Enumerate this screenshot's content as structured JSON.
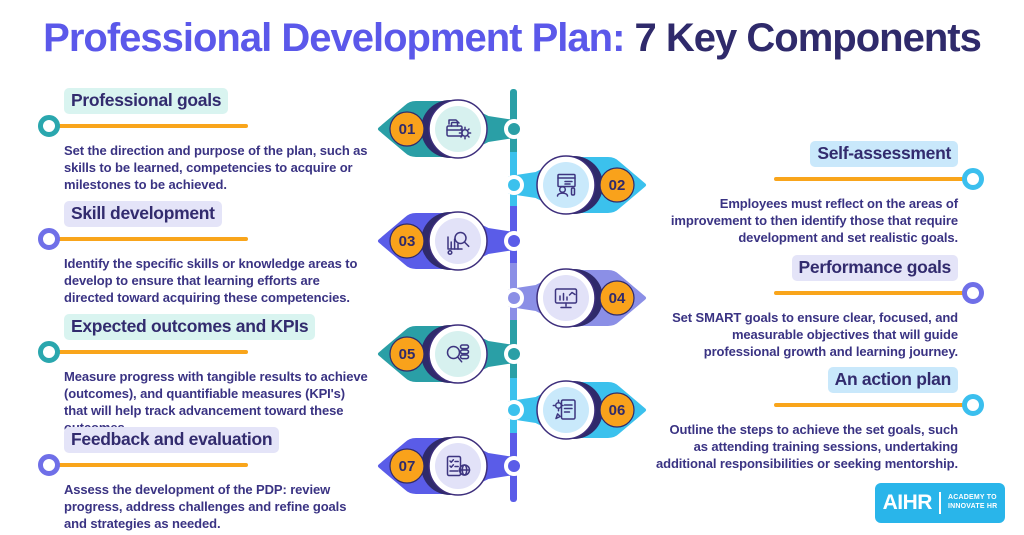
{
  "title": {
    "part1": "Professional Development Plan:",
    "part2": "7 Key Components"
  },
  "sections": {
    "left": [
      {
        "title": "Professional goals",
        "body": "Set the direction and purpose of the plan, such as skills to be learned, competencies to acquire or milestones to be achieved."
      },
      {
        "title": "Skill development",
        "body": "Identify the specific skills or knowledge areas to develop to ensure that learning efforts are directed toward acquiring these competencies."
      },
      {
        "title": "Expected outcomes and KPIs",
        "body": "Measure progress with tangible results to achieve (outcomes), and quantifiable measures (KPI's) that will help track advancement toward these outcomes."
      },
      {
        "title": "Feedback and evaluation",
        "body": "Assess the development of the PDP: review progress, address challenges and refine goals and strategies as needed."
      }
    ],
    "right": [
      {
        "title": "Self-assessment",
        "body": "Employees must reflect on the areas of improvement to then identify those that require development and set realistic goals."
      },
      {
        "title": "Performance goals",
        "body": "Set SMART goals to ensure clear, focused, and measurable objectives that will guide professional growth and learning journey."
      },
      {
        "title": "An action plan",
        "body": "Outline the steps to achieve the set goals, such as attending training sessions, undertaking additional responsibilities or seeking mentorship."
      }
    ]
  },
  "timeline": {
    "items": [
      {
        "number": "01",
        "icon": "briefcase-gear-icon",
        "side": "left",
        "color": "#2a9fa6"
      },
      {
        "number": "02",
        "icon": "person-screen-icon",
        "side": "right",
        "color": "#3bc1ed"
      },
      {
        "number": "03",
        "icon": "chart-magnifier-icon",
        "side": "left",
        "color": "#5a5ce8"
      },
      {
        "number": "04",
        "icon": "monitor-chart-icon",
        "side": "right",
        "color": "#8b8fe6"
      },
      {
        "number": "05",
        "icon": "magnifier-database-icon",
        "side": "left",
        "color": "#2a9fa6"
      },
      {
        "number": "06",
        "icon": "document-gear-icon",
        "side": "right",
        "color": "#3bc1ed"
      },
      {
        "number": "07",
        "icon": "checklist-globe-icon",
        "side": "left",
        "color": "#5a5ce8"
      }
    ]
  },
  "logo": {
    "name": "AIHR",
    "tagline_line1": "ACADEMY TO",
    "tagline_line2": "INNOVATE HR"
  },
  "colors": {
    "accent_teal": "#2a9fa6",
    "accent_cyan": "#3bc1ed",
    "accent_purple": "#5a5ce8",
    "accent_periwinkle": "#8b8fe6",
    "badge_orange": "#f9a21b",
    "underline_orange": "#f9a51b",
    "heading_navy": "#322b6e",
    "body_purple": "#3a3383",
    "title_indigo": "#5b58ea",
    "title_navy": "#2f2a6b",
    "highlight_mint": "#d9f4f0",
    "highlight_lavender": "#e4e4f8",
    "highlight_sky": "#c9e8fb",
    "logo_blue": "#29b5ea"
  }
}
